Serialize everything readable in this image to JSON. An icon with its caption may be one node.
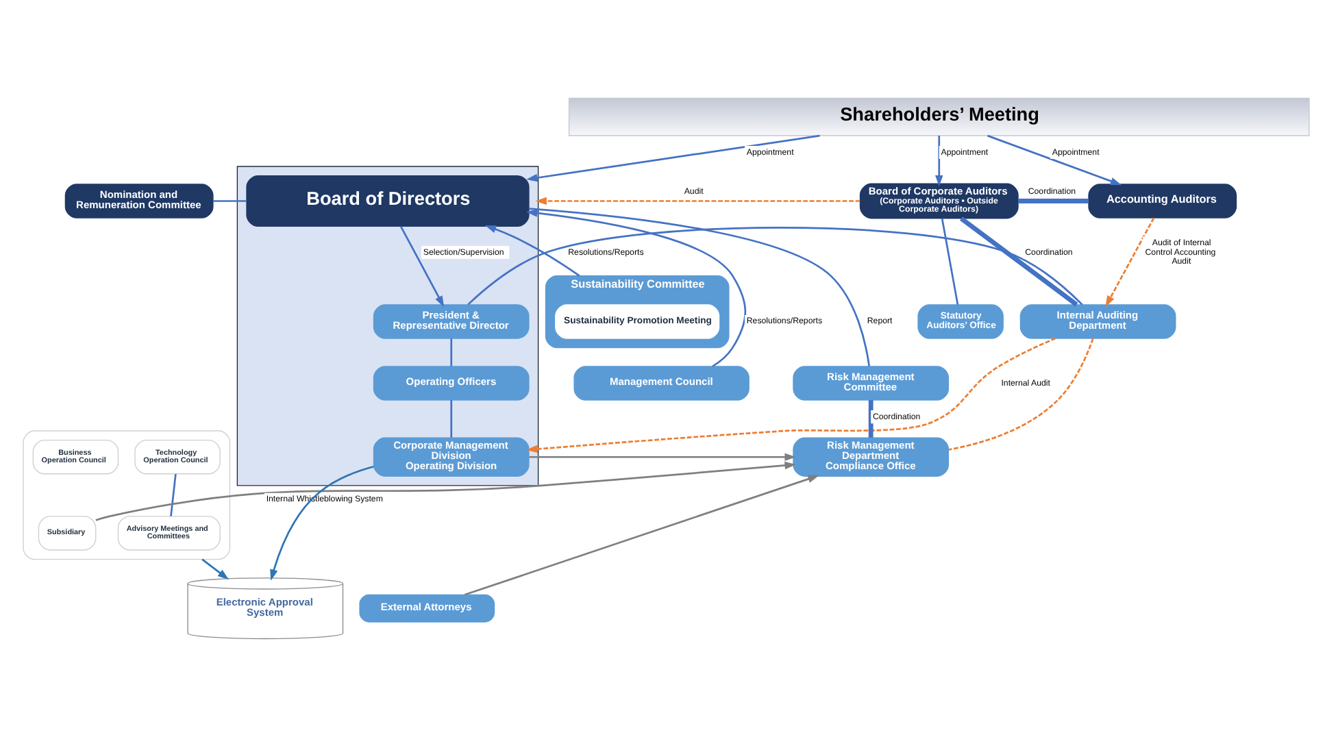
{
  "diagram": {
    "nodes": [
      {
        "text": [
          "Shareholders’ Meeting"
        ]
      },
      {
        "text": [
          "Nomination and Remuneration Committee"
        ]
      },
      {
        "text": [],
        "shape": "box"
      },
      {
        "text": [
          "Board of Directors"
        ],
        "in": 2
      },
      {
        "text": [
          "President & Representative Director"
        ],
        "in": 2
      },
      {
        "text": [
          "Operating Officers"
        ],
        "in": 2
      },
      {
        "text": [
          "Corporate Management Division",
          "Operating Division"
        ],
        "in": 2
      },
      {
        "text": [
          "Board of Corporate Auditors",
          "(Corporate Auditors • Outside Corporate Auditors)"
        ]
      },
      {
        "text": [
          "Accounting Auditors"
        ]
      },
      {
        "text": [
          "Sustainability Committee"
        ]
      },
      {
        "text": [
          "Sustainability Promotion Meeting"
        ],
        "in": 9
      },
      {
        "text": [
          "Statutory Auditors’ Office"
        ]
      },
      {
        "text": [
          "Internal Auditing Department"
        ]
      },
      {
        "text": [
          "Management Council"
        ]
      },
      {
        "text": [
          "Risk Management Committee"
        ]
      },
      {
        "text": [],
        "shape": "box"
      },
      {
        "text": [
          "Business Operation Council"
        ],
        "in": 15
      },
      {
        "text": [
          "Technology Operation Council"
        ],
        "in": 15
      },
      {
        "text": [
          "Subsidiary"
        ],
        "in": 15
      },
      {
        "text": [
          "Advisory Meetings and Committees"
        ],
        "in": 15
      },
      {
        "text": [
          "Risk Management Department",
          "Compliance Office"
        ]
      },
      {
        "text": [
          "Electronic Approval System"
        ]
      },
      {
        "text": [
          "External Attorneys"
        ]
      }
    ],
    "edges": [
      {
        "from": 0,
        "to": 3,
        "arrow": "to",
        "label": "Appointment"
      },
      {
        "from": 0,
        "to": 7,
        "arrow": "to",
        "label": "Appointment"
      },
      {
        "from": 0,
        "to": 8,
        "arrow": "to",
        "label": "Appointment"
      },
      {
        "from": 1,
        "to": 3,
        "arrow": "none"
      },
      {
        "from": 9,
        "to": 3,
        "arrow": "to",
        "label": "Resolutions/Reports"
      },
      {
        "from": 7,
        "to": 8,
        "arrow": "none",
        "label": "Coordination",
        "style": "thick"
      },
      {
        "from": 3,
        "to": 4,
        "arrow": "to",
        "label": "Selection/Supervision"
      },
      {
        "from": 7,
        "to": 2,
        "arrow": "to",
        "label": "Audit",
        "style": "dashed",
        "color": "#ed7d31"
      },
      {
        "from": 7,
        "to": 11,
        "arrow": "none"
      },
      {
        "from": 7,
        "to": 12,
        "arrow": "none",
        "label": "Coordination",
        "style": "thick"
      },
      {
        "from": 8,
        "to": 12,
        "arrow": "to",
        "label": "Audit of Internal Control Accounting Audit",
        "style": "dashed",
        "color": "#ed7d31"
      },
      {
        "from": 13,
        "to": 3,
        "arrow": "to",
        "label": "Resolutions/Reports"
      },
      {
        "from": 3,
        "to": 14,
        "arrow": "none",
        "label": "Report"
      },
      {
        "from": 4,
        "to": 12,
        "arrow": "none"
      },
      {
        "from": 4,
        "to": 5,
        "arrow": "none"
      },
      {
        "from": 14,
        "to": 20,
        "arrow": "none",
        "label": "Coordination",
        "style": "thick"
      },
      {
        "from": 12,
        "to": 20,
        "arrow": "none",
        "style": "dashed",
        "color": "#ed7d31"
      },
      {
        "from": 17,
        "to": 19,
        "arrow": "none"
      },
      {
        "from": 5,
        "to": 6,
        "arrow": "none"
      },
      {
        "from": 12,
        "to": 6,
        "arrow": "to",
        "label": "Internal Audit",
        "style": "dashed",
        "color": "#ed7d31"
      },
      {
        "from": 15,
        "to": 21,
        "arrow": "to",
        "color": "#2e75b6"
      },
      {
        "from": 6,
        "to": 21,
        "arrow": "to",
        "color": "#2e75b6"
      },
      {
        "from": 18,
        "to": 20,
        "arrow": "to",
        "label": "Internal Whistleblowing System",
        "color": "#7f7f7f"
      },
      {
        "from": 6,
        "to": 20,
        "arrow": "to",
        "color": "#7f7f7f"
      },
      {
        "from": 22,
        "to": 20,
        "arrow": "to",
        "color": "#7f7f7f"
      }
    ]
  }
}
